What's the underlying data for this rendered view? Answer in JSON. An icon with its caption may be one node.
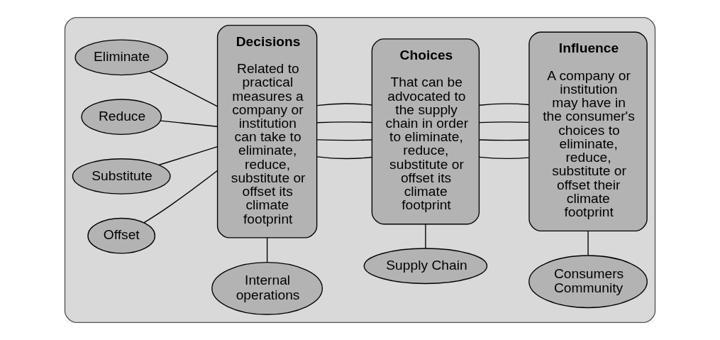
{
  "diagram": {
    "nodes": [
      {
        "text": [],
        "shape": "box"
      },
      {
        "text": [
          "Internal operations"
        ],
        "in": 0
      },
      {
        "text": [
          "Supply Chain"
        ],
        "in": 0
      },
      {
        "text": [
          "Consumers Community"
        ],
        "in": 0
      },
      {
        "text": [
          "Decisions",
          "Related to practical measures a company or institution can take to eliminate, reduce, substitute or offset its climate footprint"
        ],
        "in": 0
      },
      {
        "text": [
          "Choices",
          "That can be advocated to the supply chain in order to eliminate, reduce, substitute or offset its climate footprint"
        ],
        "in": 0
      },
      {
        "text": [
          "Influence",
          "A company or institution may have in the consumer's choices to eliminate, reduce, substitute or offset their climate footprint"
        ],
        "in": 0
      },
      {
        "text": [
          "Eliminate"
        ],
        "in": 0
      },
      {
        "text": [
          "Reduce"
        ],
        "in": 0
      },
      {
        "text": [
          "Substitute"
        ],
        "in": 0
      },
      {
        "text": [
          "Offset"
        ],
        "in": 0
      }
    ],
    "edges": [
      {
        "from": 1,
        "to": 4,
        "arrow": "none"
      },
      {
        "from": 2,
        "to": 5,
        "arrow": "none"
      },
      {
        "from": 3,
        "to": 6,
        "arrow": "none"
      },
      {
        "from": 7,
        "to": 4,
        "arrow": "none"
      },
      {
        "from": 4,
        "to": 5,
        "arrow": "none"
      },
      {
        "from": 5,
        "to": 6,
        "arrow": "none"
      },
      {
        "from": 8,
        "to": 4,
        "arrow": "none"
      },
      {
        "from": 4,
        "to": 5,
        "arrow": "none"
      },
      {
        "from": 5,
        "to": 6,
        "arrow": "none"
      },
      {
        "from": 9,
        "to": 4,
        "arrow": "none"
      },
      {
        "from": 4,
        "to": 5,
        "arrow": "none"
      },
      {
        "from": 5,
        "to": 6,
        "arrow": "none"
      },
      {
        "from": 10,
        "to": 4,
        "arrow": "none"
      },
      {
        "from": 4,
        "to": 5,
        "arrow": "none"
      },
      {
        "from": 5,
        "to": 6,
        "arrow": "none"
      }
    ]
  }
}
